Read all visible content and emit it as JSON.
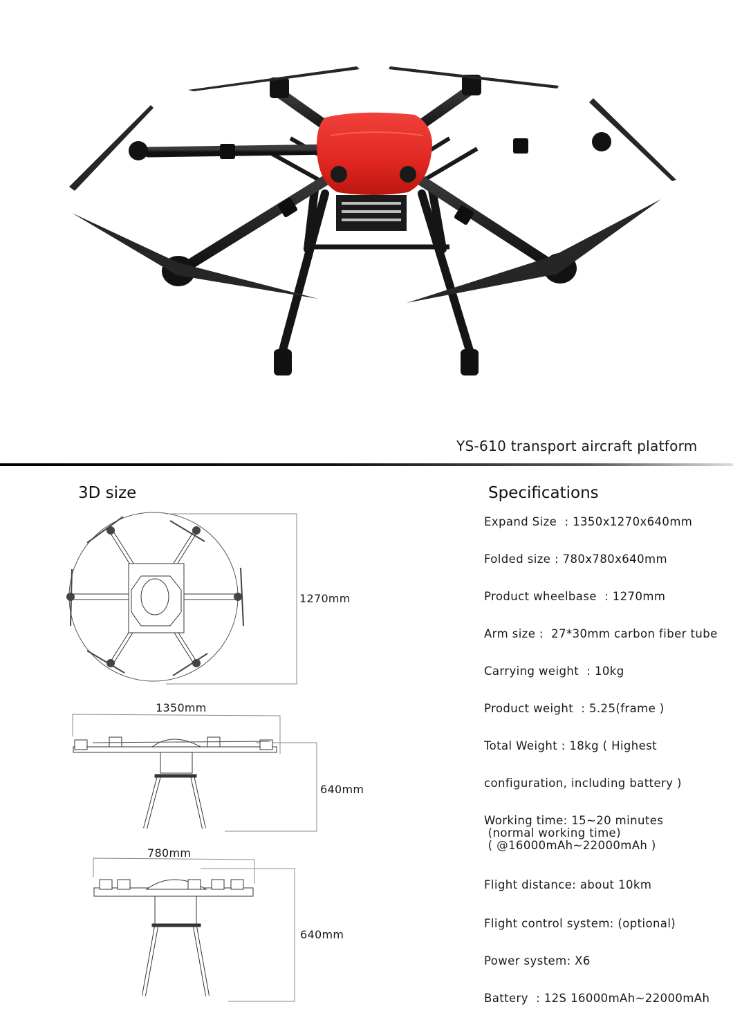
{
  "product": {
    "title": "YS-610 transport aircraft platform",
    "colors": {
      "canopy": "#e32a26",
      "frame": "#1c1c1c",
      "background": "#ffffff"
    }
  },
  "size_section": {
    "heading": "3D size",
    "top_view": {
      "dimension_label": "1270mm"
    },
    "side_view_expanded": {
      "width_label": "1350mm",
      "height_label": "640mm"
    },
    "side_view_folded": {
      "width_label": "780mm",
      "height_label": "640mm"
    }
  },
  "specifications": {
    "heading": "Specifications",
    "items": [
      "Expand Size  : 1350x1270x640mm",
      "Folded size : 780x780x640mm",
      "Product wheelbase  : 1270mm",
      "Arm size :  27*30mm carbon fiber tube",
      "Carrying weight  : 10kg",
      "Product weight  : 5.25(frame )",
      "Total Weight : 18kg ( Highest",
      "configuration, including battery )",
      "Working time: 15~20 minutes\n (normal working time)\n ( @16000mAh~22000mAh )",
      "Flight distance: about 10km",
      "Flight control system: (optional)",
      "Power system: X6",
      "Battery  : 12S 16000mAh~22000mAh"
    ]
  }
}
